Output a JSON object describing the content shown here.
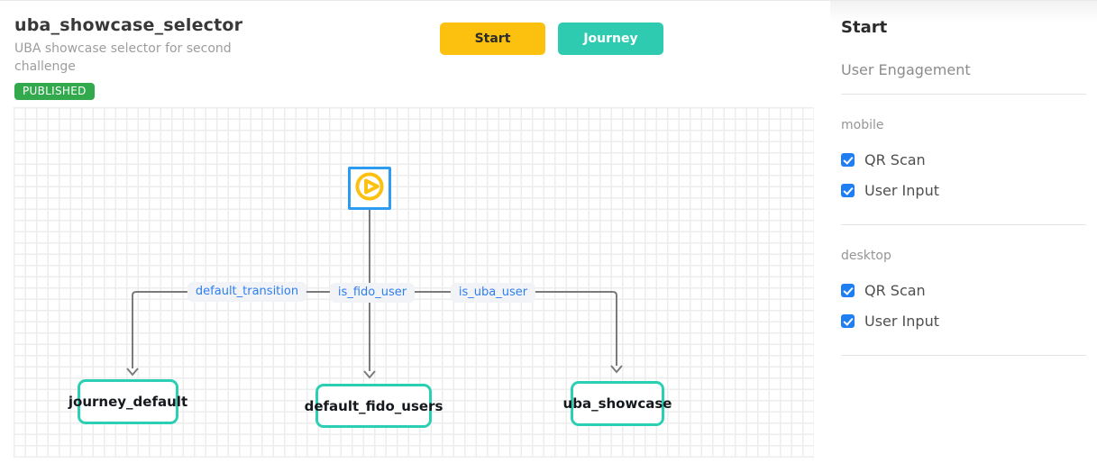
{
  "header": {
    "title": "uba_showcase_selector",
    "subtitle": "UBA showcase selector for second challenge",
    "status": "PUBLISHED",
    "start_button": "Start",
    "journey_button": "Journey"
  },
  "canvas": {
    "start_node": {
      "icon": "play-icon"
    },
    "edges": [
      {
        "label": "default_transition"
      },
      {
        "label": "is_fido_user"
      },
      {
        "label": "is_uba_user"
      }
    ],
    "nodes": [
      {
        "label": "journey_default"
      },
      {
        "label": "default_fido_users"
      },
      {
        "label": "uba_showcase"
      }
    ]
  },
  "sidebar": {
    "title": "Start",
    "subtitle": "User Engagement",
    "sections": [
      {
        "label": "mobile",
        "options": [
          {
            "label": "QR Scan",
            "checked": true
          },
          {
            "label": "User Input",
            "checked": true
          }
        ]
      },
      {
        "label": "desktop",
        "options": [
          {
            "label": "QR Scan",
            "checked": true
          },
          {
            "label": "User Input",
            "checked": true
          }
        ]
      }
    ]
  },
  "colors": {
    "yellow": "#fcc10f",
    "teal": "#2ecbb1",
    "node_border_teal": "#2bd0b4",
    "start_border_blue": "#2d9bf0",
    "checkbox_blue": "#1f7ff2",
    "edge_label_blue": "#2d7ff0",
    "badge_green": "#33a94d",
    "edge_gray": "#7b7b7b"
  }
}
